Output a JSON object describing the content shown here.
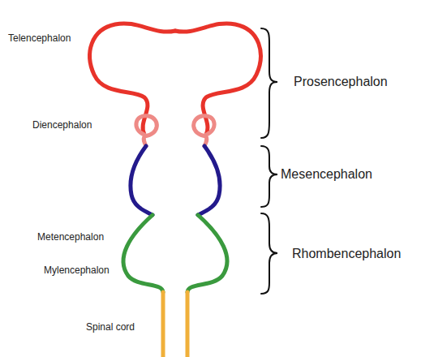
{
  "diagram": {
    "labels": [
      "Telencephalon",
      "Diencephalon",
      "Metencephalon",
      "Mylencephalon",
      "Spinal cord",
      "Prosencephalon",
      "Mesencephalon",
      "Rhombencephalon"
    ]
  }
}
